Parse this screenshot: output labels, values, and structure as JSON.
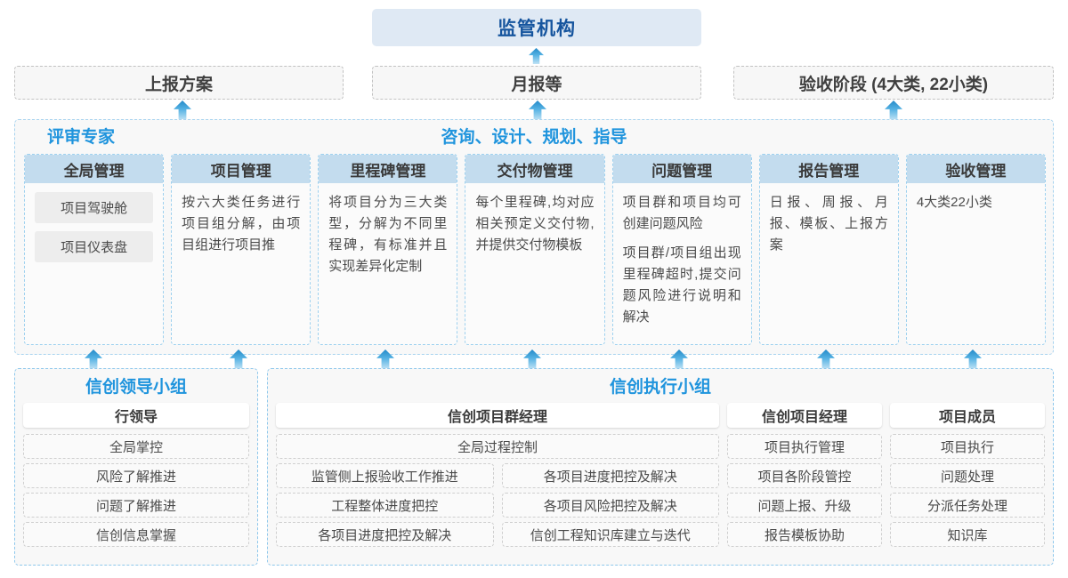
{
  "top": {
    "regulator": "监管机构",
    "outputs": [
      {
        "label": "上报方案"
      },
      {
        "label": "月报等"
      },
      {
        "label": "验收阶段 (4大类, 22小类)"
      }
    ]
  },
  "platform": {
    "title_left": "评审专家",
    "title_center": "咨询、设计、规划、指导",
    "columns": [
      {
        "header": "全局管理",
        "paragraphs": [],
        "chips": [
          "项目驾驶舱",
          "项目仪表盘"
        ]
      },
      {
        "header": "项目管理",
        "paragraphs": [
          "按六大类任务进行项目组分解，由项目组进行项目推"
        ],
        "chips": []
      },
      {
        "header": "里程碑管理",
        "paragraphs": [
          "将项目分为三大类型，分解为不同里程碑，有标准并且实现差异化定制"
        ],
        "chips": []
      },
      {
        "header": "交付物管理",
        "paragraphs": [
          "每个里程碑,均对应相关预定义交付物,并提供交付物模板"
        ],
        "chips": []
      },
      {
        "header": "问题管理",
        "paragraphs": [
          "项目群和项目均可创建问题风险",
          "项目群/项目组出现里程碑超时,提交问题风险进行说明和解决"
        ],
        "chips": []
      },
      {
        "header": "报告管理",
        "paragraphs": [
          "日报、周报、月报、模板、上报方案"
        ],
        "chips": []
      },
      {
        "header": "验收管理",
        "paragraphs": [
          "4大类22小类"
        ],
        "chips": []
      }
    ]
  },
  "teams": {
    "leader_group": {
      "title": "信创领导小组",
      "role": "行领导",
      "tasks": [
        "全局掌控",
        "风险了解推进",
        "问题了解推进",
        "信创信息掌握"
      ]
    },
    "exec_group": {
      "title": "信创执行小组",
      "program_manager": {
        "role": "信创项目群经理",
        "wide_task": "全局过程控制",
        "left_tasks": [
          "监管侧上报验收工作推进",
          "工程整体进度把控",
          "各项目进度把控及解决"
        ],
        "right_tasks": [
          "各项目进度把控及解决",
          "各项目风险把控及解决",
          "信创工程知识库建立与迭代"
        ]
      },
      "project_manager": {
        "role": "信创项目经理",
        "tasks": [
          "项目执行管理",
          "项目各阶段管控",
          "问题上报、升级",
          "报告模板协助"
        ]
      },
      "member": {
        "role": "项目成员",
        "tasks": [
          "项目执行",
          "问题处理",
          "分派任务处理",
          "知识库"
        ]
      }
    }
  },
  "colors": {
    "brand_blue": "#1f94dd",
    "deep_blue": "#16559e",
    "header_fill": "#c3dcee",
    "banner_fill": "#dfe9f4",
    "arrow_top": "#2389c9",
    "arrow_bottom": "#bfe2f5"
  }
}
